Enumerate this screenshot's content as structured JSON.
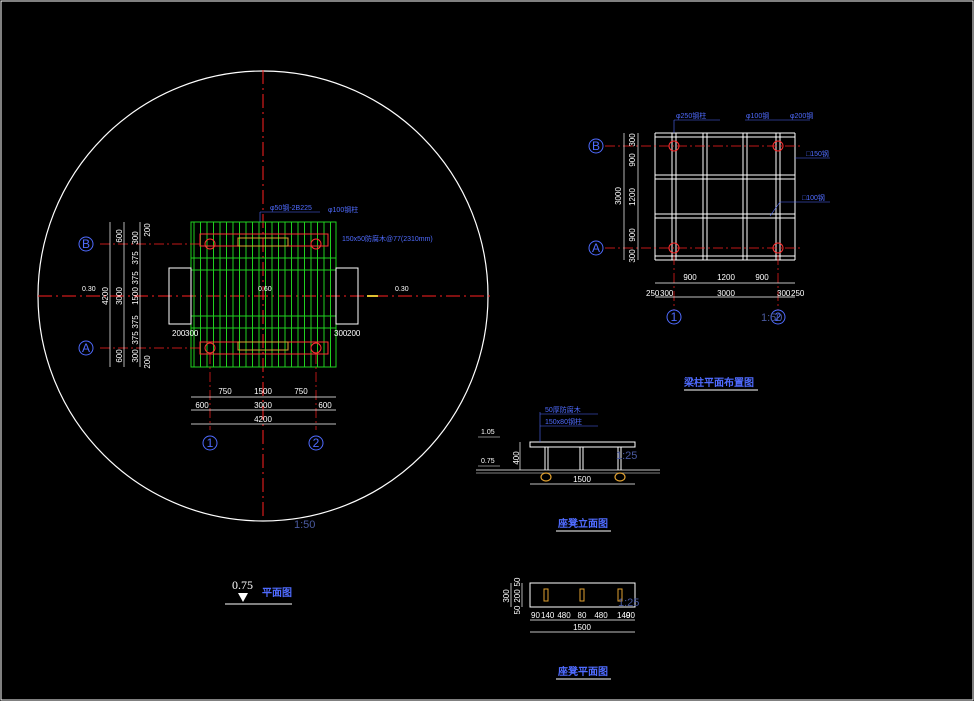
{
  "colors": {
    "background": "#000000",
    "axis": "#ff2020",
    "text": "#4f6bff",
    "slats": "#20d020",
    "lines": "#ffffff",
    "posts": "#ff3030",
    "bench": "#e0a030"
  },
  "plan": {
    "title": "平面图",
    "level": "0.75",
    "scale": "1:50",
    "grid_rows": [
      "B",
      "A"
    ],
    "grid_cols": [
      "1",
      "2"
    ],
    "left_dims": [
      "600",
      "300",
      "375",
      "375",
      "1500",
      "375",
      "375",
      "300",
      "600"
    ],
    "left_total_inner": "3000",
    "left_total": "4200",
    "left_small": [
      "200",
      "200"
    ],
    "bottom_dims_row1": [
      "750",
      "1500",
      "750"
    ],
    "bottom_dims_row2": [
      "600",
      "3000",
      "600"
    ],
    "bottom_total": "4200",
    "side_dims": [
      "200",
      "300",
      "300",
      "200"
    ],
    "level_marks": [
      "0.30",
      "0.60",
      "0.30"
    ],
    "note_top": "φ50钢-2B225",
    "note_top2": "φ100钢柱",
    "note_right": "150x50防腐木@77(2310mm)"
  },
  "beam_plan": {
    "title": "梁柱平面布置图",
    "scale": "1:50",
    "grid_rows": [
      "B",
      "A"
    ],
    "grid_cols": [
      "1",
      "2"
    ],
    "left_dims": [
      "900",
      "1200",
      "900"
    ],
    "left_small": [
      "300",
      "300"
    ],
    "left_total": "3000",
    "bottom_dims": [
      "900",
      "1200",
      "900"
    ],
    "bottom_small_left": [
      "250",
      "300"
    ],
    "bottom_small_right": [
      "300",
      "250"
    ],
    "bottom_total": "3000",
    "note_1": "φ250钢柱",
    "note_2": "φ100钢",
    "note_3": "φ200钢",
    "note_4": "□150钢",
    "note_5": "□100钢"
  },
  "bench_elev": {
    "title": "座凳立面图",
    "scale": "1:25",
    "level_top": "1.05",
    "level_bottom": "0.75",
    "height_dim": "400",
    "width_dim": "1500",
    "note_1": "50厚防腐木",
    "note_2": "150x80钢柱"
  },
  "bench_plan": {
    "title": "座凳平面图",
    "scale": "1:25",
    "left_dims": [
      "50",
      "200",
      "50"
    ],
    "left_total": "300",
    "bottom_dims": [
      "90",
      "140",
      "480",
      "80",
      "480",
      "140",
      "90"
    ],
    "bottom_total": "1500"
  }
}
